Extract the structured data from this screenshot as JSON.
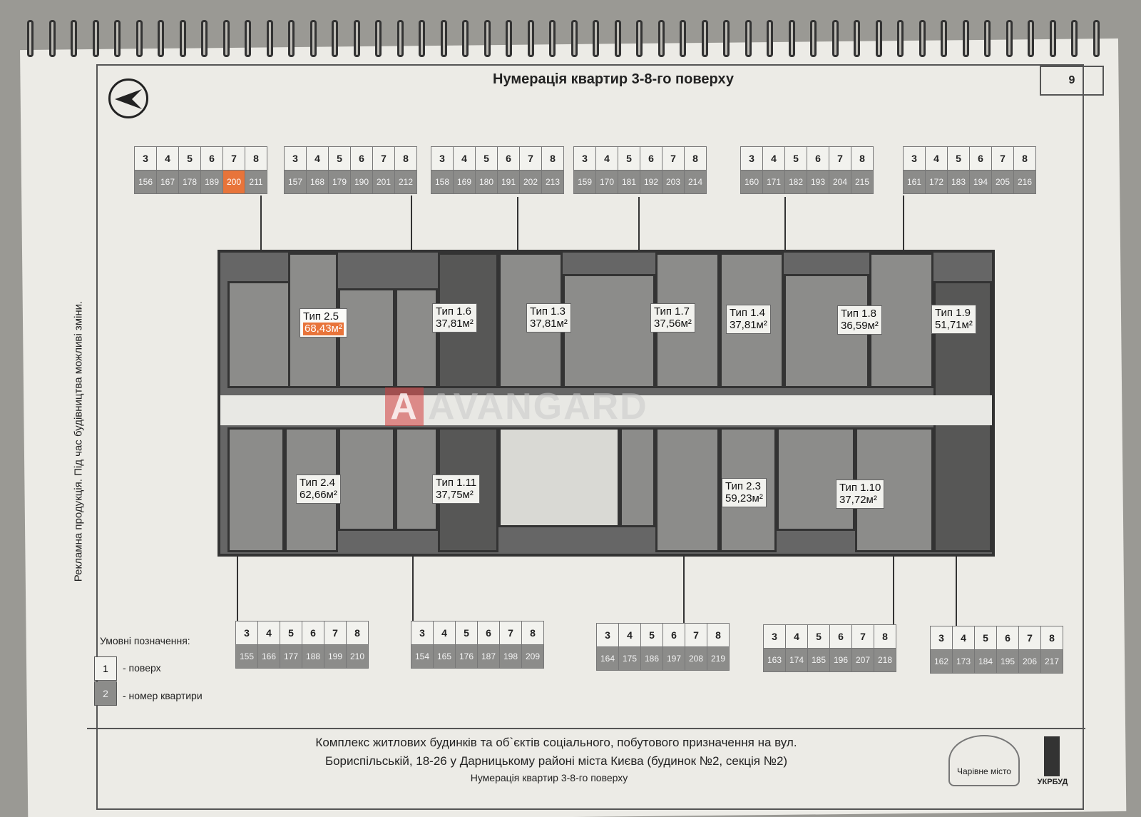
{
  "page": {
    "title": "Нумерація квартир 3-8-го поверху",
    "number": "9",
    "disclaimer": "Рекламна продукція. Під час будівництва можливі зміни."
  },
  "floors": [
    "3",
    "4",
    "5",
    "6",
    "7",
    "8"
  ],
  "highlight_color": "#e8743a",
  "tables_top": [
    {
      "numbers": [
        "156",
        "167",
        "178",
        "189",
        "200",
        "211"
      ],
      "highlight": "200"
    },
    {
      "numbers": [
        "157",
        "168",
        "179",
        "190",
        "201",
        "212"
      ]
    },
    {
      "numbers": [
        "158",
        "169",
        "180",
        "191",
        "202",
        "213"
      ]
    },
    {
      "numbers": [
        "159",
        "170",
        "181",
        "192",
        "203",
        "214"
      ]
    },
    {
      "numbers": [
        "160",
        "171",
        "182",
        "193",
        "204",
        "215"
      ]
    },
    {
      "numbers": [
        "161",
        "172",
        "183",
        "194",
        "205",
        "216"
      ]
    }
  ],
  "tables_bottom": [
    {
      "numbers": [
        "155",
        "166",
        "177",
        "188",
        "199",
        "210"
      ]
    },
    {
      "numbers": [
        "154",
        "165",
        "176",
        "187",
        "198",
        "209"
      ]
    },
    {
      "numbers": [
        "164",
        "175",
        "186",
        "197",
        "208",
        "219"
      ]
    },
    {
      "numbers": [
        "163",
        "174",
        "185",
        "196",
        "207",
        "218"
      ]
    },
    {
      "numbers": [
        "162",
        "173",
        "184",
        "195",
        "206",
        "217"
      ]
    }
  ],
  "types": [
    {
      "name": "Тип 2.5",
      "area": "68,43м²",
      "highlight": true
    },
    {
      "name": "Тип 1.6",
      "area": "37,81м²"
    },
    {
      "name": "Тип 1.3",
      "area": "37,81м²"
    },
    {
      "name": "Тип 1.7",
      "area": "37,56м²"
    },
    {
      "name": "Тип 1.4",
      "area": "37,81м²"
    },
    {
      "name": "Тип 1.8",
      "area": "36,59м²"
    },
    {
      "name": "Тип 1.9",
      "area": "51,71м²"
    },
    {
      "name": "Тип 2.4",
      "area": "62,66м²"
    },
    {
      "name": "Тип 1.11",
      "area": "37,75м²"
    },
    {
      "name": "Тип 2.3",
      "area": "59,23м²"
    },
    {
      "name": "Тип 1.10",
      "area": "37,72м²"
    }
  ],
  "legend": {
    "title": "Умовні позначення:",
    "floor_sample": "1",
    "floor_label": "- поверх",
    "apt_sample": "2",
    "apt_label": "- номер квартири"
  },
  "footer": {
    "line1": "Комплекс житлових будинків та об`єктів соціального, побутового призначення на вул.",
    "line2": "Бориспільській, 18-26 у Дарницькому районі міста Києва (будинок №2, секція №2)",
    "subtitle": "Нумерація квартир 3-8-го поверху",
    "logo1": "Чарівне місто",
    "logo2": "УКРБУД"
  }
}
